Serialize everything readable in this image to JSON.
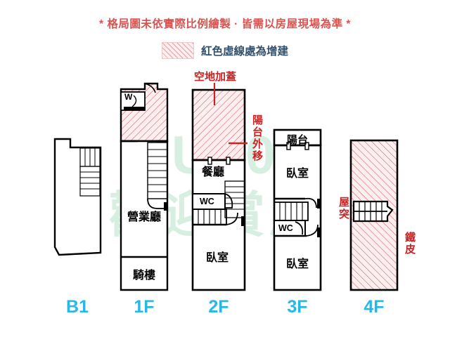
{
  "header": {
    "note": "* 格局圖未依實際比例繪製 · 皆需以房屋現場為準 *",
    "note_color": "#d9534f"
  },
  "legend": {
    "swatch_name": "hatched-red-area-swatch",
    "text": "紅色虛線處為增建",
    "text_color": "#31516e",
    "hatch_color": "#d65a5a"
  },
  "watermark": {
    "line1": "DU30",
    "line2": "歡迎賞屋",
    "color": "#d7efe1"
  },
  "floors": [
    {
      "id": "b1",
      "label": "B1"
    },
    {
      "id": "1f",
      "label": "1F"
    },
    {
      "id": "2f",
      "label": "2F"
    },
    {
      "id": "3f",
      "label": "3F"
    },
    {
      "id": "4f",
      "label": "4F"
    }
  ],
  "rooms": {
    "b1": [],
    "f1": [
      {
        "name": "washing-area",
        "text": "W"
      },
      {
        "name": "business-hall",
        "text": "營業廳"
      },
      {
        "name": "arcade",
        "text": "騎樓"
      }
    ],
    "f2": [
      {
        "name": "dining-room",
        "text": "餐廳"
      },
      {
        "name": "bathroom",
        "text": "WC"
      },
      {
        "name": "bedroom",
        "text": "臥室"
      }
    ],
    "f3": [
      {
        "name": "balcony",
        "text": "陽台"
      },
      {
        "name": "bedroom-upper",
        "text": "臥室"
      },
      {
        "name": "bathroom",
        "text": "WC"
      },
      {
        "name": "bedroom-lower",
        "text": "臥室"
      }
    ],
    "f4": []
  },
  "annotations": [
    {
      "name": "annotation-open-space-roofed",
      "text": "空地加蓋",
      "orientation": "horizontal"
    },
    {
      "name": "annotation-balcony-extended",
      "text": "陽台外移",
      "orientation": "vertical"
    },
    {
      "name": "annotation-roof-protrusion",
      "text": "屋突",
      "orientation": "vertical"
    },
    {
      "name": "annotation-metal-sheet",
      "text": "鐵皮",
      "orientation": "vertical"
    }
  ],
  "colors": {
    "wall": "#000000",
    "hatch_fill": "#fdeef0",
    "hatch_line": "#d65a5a",
    "annotation": "#cc2222",
    "floor_label": "#27b7e8"
  }
}
